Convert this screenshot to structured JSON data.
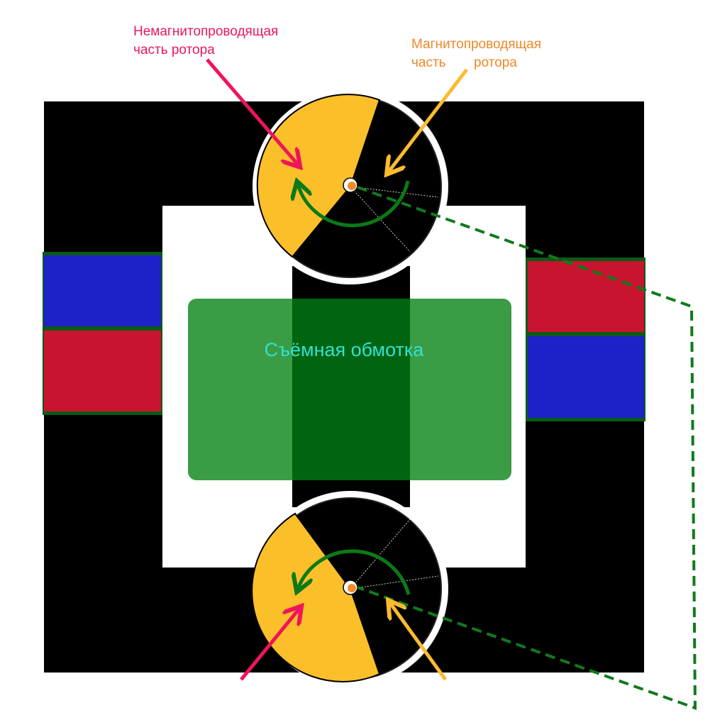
{
  "labels": {
    "non_magnetic": {
      "line1": "Немагнитопроводящая",
      "line2": "часть ротора",
      "color": "#e8185a"
    },
    "magnetic": {
      "line1": "Магнитопроводящая",
      "line2a": "часть",
      "line2b": "ротора",
      "color": "#f0872a"
    },
    "winding": {
      "text": "Съёмная обмотка",
      "color": "#35e0d0"
    }
  },
  "colors": {
    "core": "#000000",
    "window": "#ffffff",
    "magnet_blue": "#1c22c8",
    "magnet_red": "#c8142e",
    "magnet_border": "#0b5a16",
    "winding_fill": "#3a9c44",
    "winding_overlap": "#006410",
    "rotor_yellow": "#fbbf2a",
    "rotation_arrow": "#0b7a16",
    "dashed_link": "#117a1e",
    "pointer_red": "#f0145a",
    "pointer_orange": "#fbbb2e",
    "axle": "#f08c2a"
  },
  "icons": [
    "rotation-arrow-icon",
    "pointer-arrow-icon",
    "axle-icon"
  ]
}
